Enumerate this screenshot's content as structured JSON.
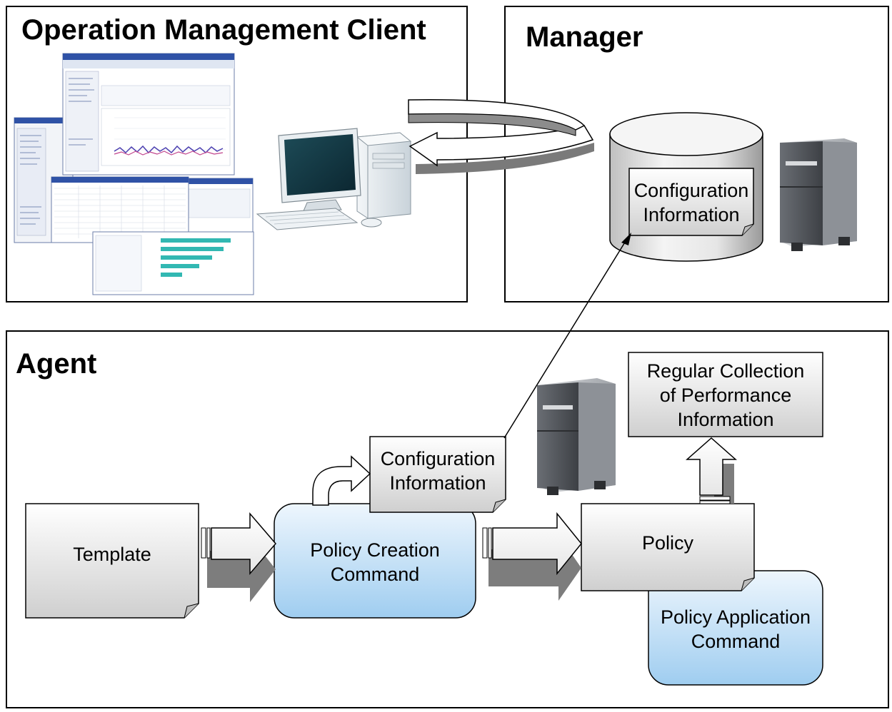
{
  "panels": {
    "client_title": "Operation Management Client",
    "manager_title": "Manager",
    "agent_title": "Agent"
  },
  "nodes": {
    "manager_config": [
      "Configuration",
      "Information"
    ],
    "template": "Template",
    "policy_creation": [
      "Policy Creation",
      "Command"
    ],
    "agent_config": [
      "Configuration",
      "Information"
    ],
    "policy": "Policy",
    "policy_application": [
      "Policy Application",
      "Command"
    ],
    "regular_collection": [
      "Regular Collection",
      "of Performance",
      "Information"
    ]
  },
  "colors": {
    "command_fill_top": "#eef6fd",
    "command_fill_bottom": "#9fcdf0",
    "doc_fill_top": "#ffffff",
    "doc_fill_bottom": "#cfcfcf",
    "server_dark": "#4a4d52"
  }
}
